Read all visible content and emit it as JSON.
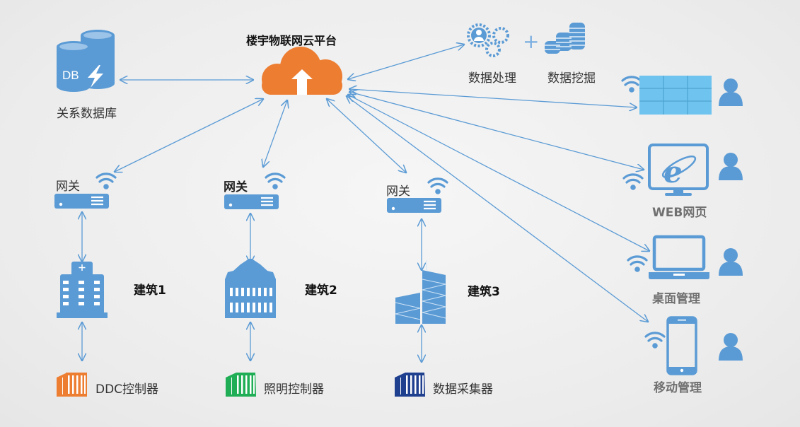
{
  "platform": {
    "title": "楼宇物联网云平台",
    "color": "#ed7d31"
  },
  "database": {
    "icon_text": "DB",
    "label": "关系数据库"
  },
  "analytics": {
    "plus": "+",
    "processing_label": "数据处理",
    "mining_label": "数据挖掘"
  },
  "gateways": [
    {
      "label": "网关"
    },
    {
      "label": "网关"
    },
    {
      "label": "网关"
    }
  ],
  "buildings": [
    {
      "label": "建筑1"
    },
    {
      "label": "建筑2"
    },
    {
      "label": "建筑3"
    }
  ],
  "controllers": [
    {
      "label": "DDC控制器",
      "color": "#ed7d31"
    },
    {
      "label": "照明控制器",
      "color": "#1fae55"
    },
    {
      "label": "数据采集器",
      "color": "#1f3f8f"
    }
  ],
  "clients": [
    {
      "label": ""
    },
    {
      "label": "WEB网页"
    },
    {
      "label": "桌面管理"
    },
    {
      "label": "移动管理"
    }
  ],
  "colors": {
    "accent": "#5b9bd5",
    "text": "#333333"
  }
}
